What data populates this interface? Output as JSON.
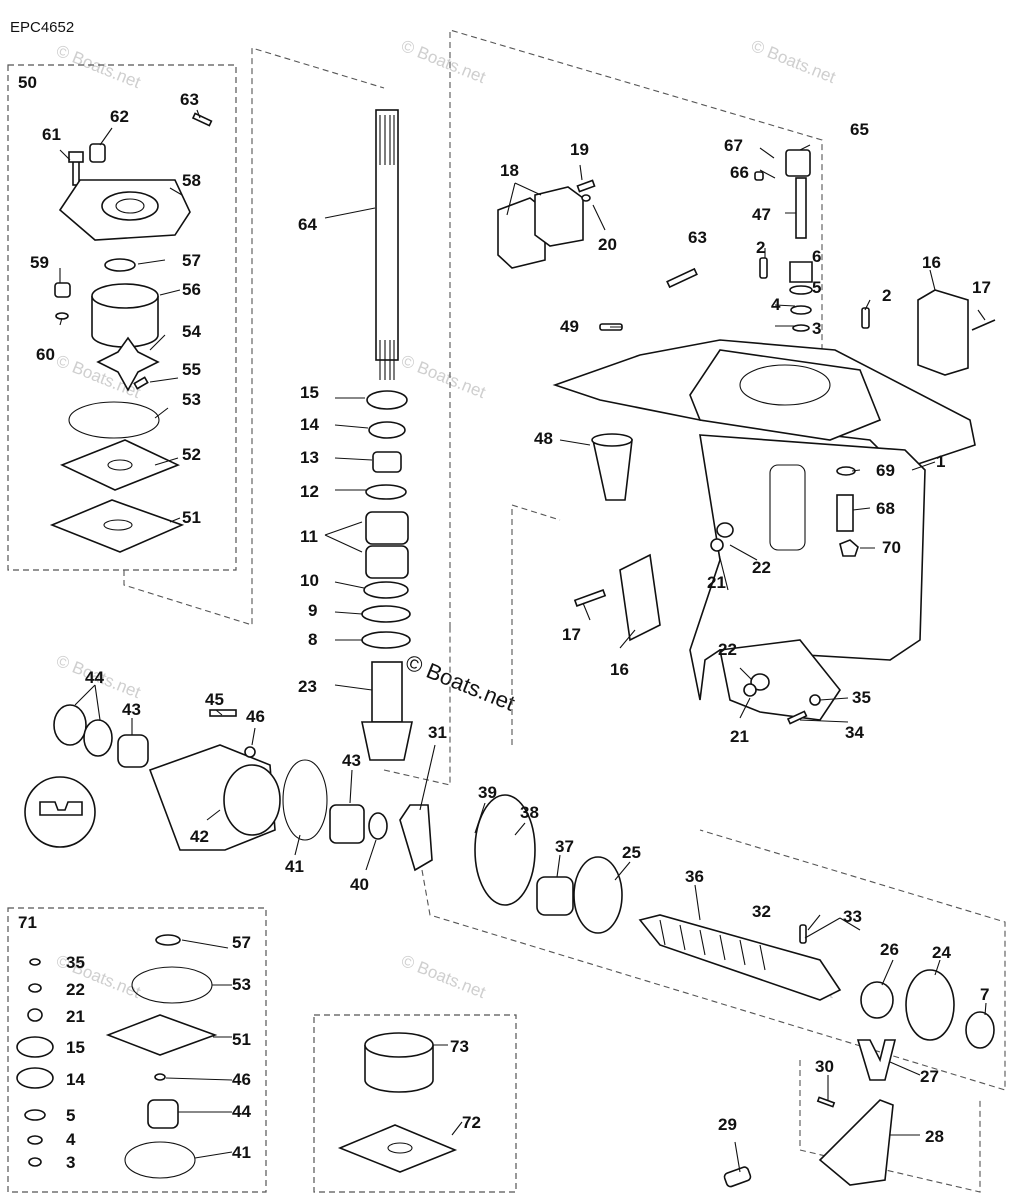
{
  "diagram": {
    "code": "EPC4652",
    "watermark": "© Boats.net",
    "center_watermark": "© Boats.net",
    "callouts": [
      "50",
      "63",
      "61",
      "62",
      "58",
      "59",
      "57",
      "56",
      "60",
      "54",
      "55",
      "53",
      "52",
      "51",
      "64",
      "15",
      "14",
      "13",
      "12",
      "11",
      "10",
      "9",
      "8",
      "23",
      "19",
      "18",
      "20",
      "67",
      "65",
      "66",
      "47",
      "63",
      "2",
      "6",
      "5",
      "4",
      "3",
      "2",
      "16",
      "17",
      "49",
      "48",
      "69",
      "1",
      "68",
      "70",
      "22",
      "21",
      "17",
      "16",
      "22",
      "21",
      "35",
      "34",
      "44",
      "43",
      "45",
      "46",
      "42",
      "41",
      "43",
      "40",
      "31",
      "39",
      "38",
      "37",
      "25",
      "36",
      "32",
      "33",
      "26",
      "24",
      "7",
      "27",
      "30",
      "29",
      "28",
      "71",
      "35",
      "22",
      "21",
      "15",
      "14",
      "5",
      "4",
      "3",
      "57",
      "53",
      "51",
      "46",
      "44",
      "41",
      "73",
      "72"
    ]
  }
}
